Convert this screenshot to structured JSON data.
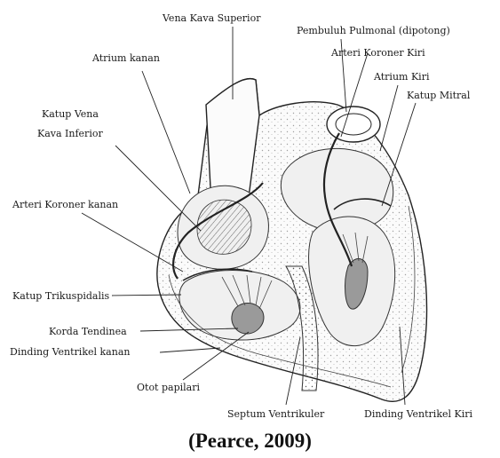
{
  "diagram": {
    "labels": {
      "vena_kava_superior": "Vena Kava Superior",
      "pembuluh_pulmonal": "Pembuluh Pulmonal (dipotong)",
      "atrium_kanan": "Atrium kanan",
      "arteri_koroner_kiri": "Arteri Koroner Kiri",
      "atrium_kiri": "Atrium Kiri",
      "katup_mitral": "Katup Mitral",
      "katup_vena_line1": "Katup Vena",
      "katup_vena_line2": "Kava Inferior",
      "arteri_koroner_kanan": "Arteri Koroner kanan",
      "katup_trikuspidalis": "Katup Trikuspidalis",
      "korda_tendinea": "Korda Tendinea",
      "dinding_ventrikel_kanan": "Dinding Ventrikel kanan",
      "otot_papilari": "Otot papilari",
      "septum_ventrikuler": "Septum Ventrikuler",
      "dinding_ventrikel_kiri": "Dinding Ventrikel Kiri"
    }
  },
  "caption": "(Pearce, 2009)"
}
